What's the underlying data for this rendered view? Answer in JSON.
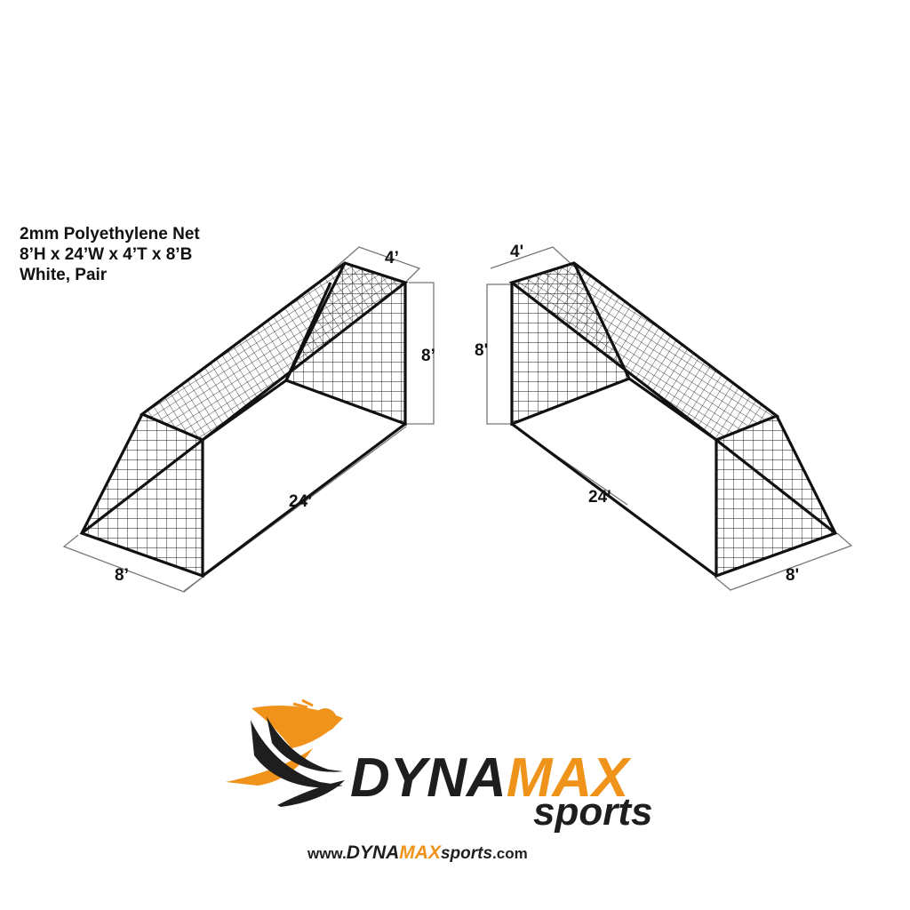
{
  "specs": {
    "line1": "2mm Polyethylene Net",
    "line2": "8’H x 24’W x 4’T x 8’B",
    "line3_a": "White",
    "line3_b": ", Pair"
  },
  "left_goal": {
    "top_depth": "4’",
    "height": "8’",
    "width": "24’",
    "base_depth": "8’"
  },
  "right_goal": {
    "top_depth": "4'",
    "height": "8'",
    "width": "24'",
    "base_depth": "8'"
  },
  "logo": {
    "brand_dark": "DYNA",
    "brand_orange": "MAX",
    "sub": "sports",
    "url_prefix": "www.",
    "url_dark": "DYNA",
    "url_orange": "MAX",
    "url_sports": "sports",
    "url_suffix": ".com"
  },
  "colors": {
    "orange": "#f0931b",
    "dark": "#1e1e1e",
    "net": "#111111"
  }
}
